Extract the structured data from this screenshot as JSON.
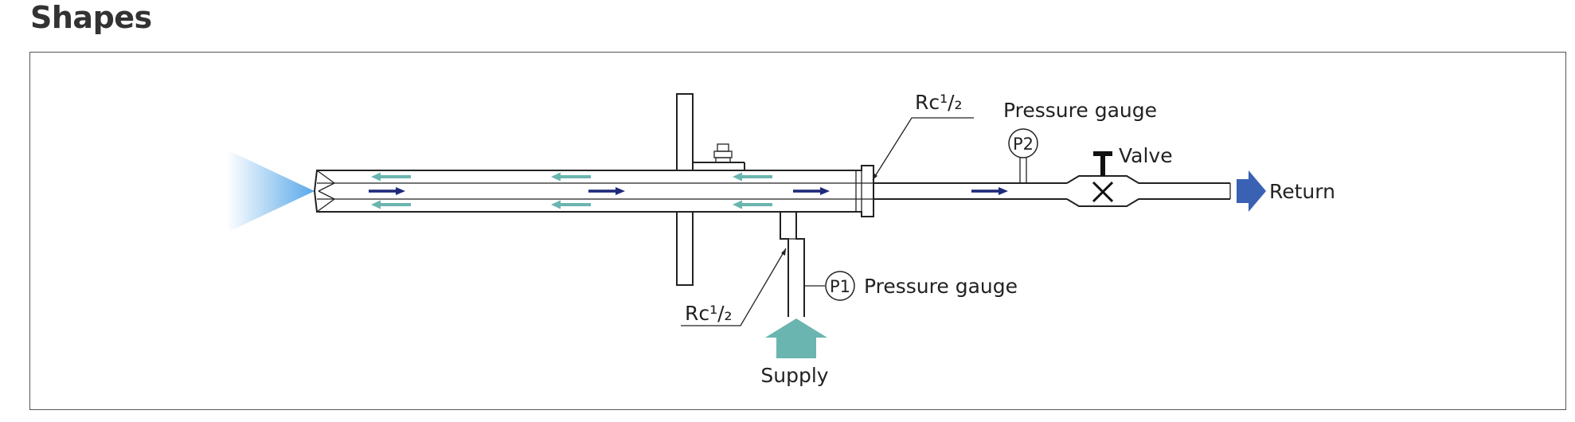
{
  "page": {
    "title": "Shapes"
  },
  "diagram": {
    "labels": {
      "rc_top": "Rc¹/₂",
      "rc_bottom": "Rc¹/₂",
      "gauge_top": "Pressure gauge",
      "gauge_bottom": "Pressure gauge",
      "gauge_top_symbol": "P2",
      "gauge_bottom_symbol": "P1",
      "valve": "Valve",
      "return": "Return",
      "supply": "Supply"
    },
    "colors": {
      "flow_forward": "#1f2a7a",
      "flow_back": "#6ab5b0",
      "supply_arrow": "#6ab5b0",
      "return_arrow": "#3a62b3",
      "spray": "#4fa3e8"
    }
  }
}
